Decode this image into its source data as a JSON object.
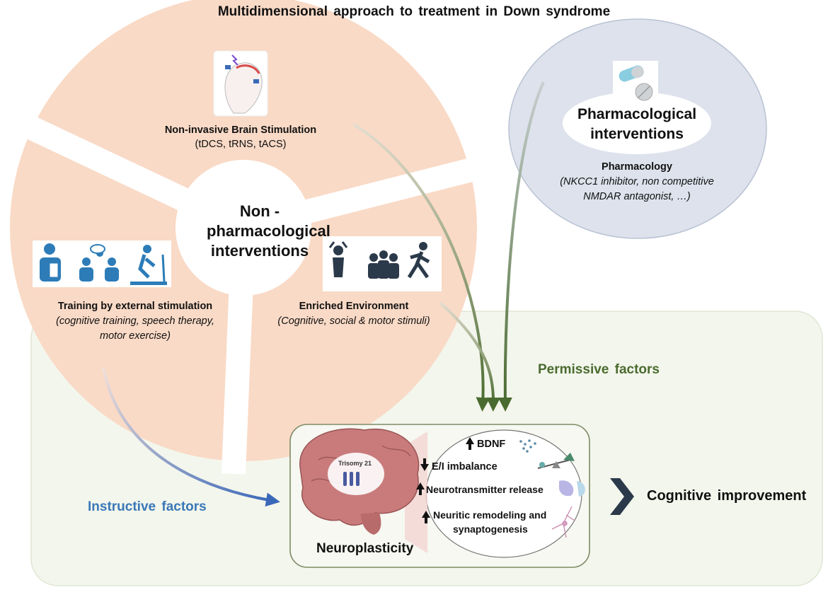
{
  "title": "Multidimensional  approach to treatment in Down syndrome",
  "non_pharm": {
    "hub": "Non - pharmacological interventions",
    "nibs_title": "Non-invasive Brain Stimulation",
    "nibs_sub": "(tDCS, tRNS, tACS)",
    "training_title": "Training by external stimulation",
    "training_sub1": "(cognitive training, speech therapy,",
    "training_sub2": "motor exercise)",
    "enriched_title": "Enriched Environment",
    "enriched_sub": "(Cognitive, social & motor stimuli)"
  },
  "pharm": {
    "title": "Pharmacological interventions",
    "sub_title": "Pharmacology",
    "sub1": "(NKCC1 inhibitor, non competitive",
    "sub2": "NMDAR antagonist, …)"
  },
  "permissive": "Permissive factors",
  "instructive": "Instructive factors",
  "neuroplasticity": "Neuroplasticity",
  "trisomy": "Trisomy 21",
  "effects": {
    "bdnf": "BDNF",
    "ei": "E/I imbalance",
    "nt": "Neurotransmitter release",
    "neuritic1": "Neuritic remodeling and",
    "neuritic2": "synaptogenesis"
  },
  "outcome": "Cognitive  improvement",
  "colors": {
    "non_pharm_fill": "#f9dac6",
    "pharm_fill": "#dde2ec",
    "permissive_fill": "#f3f6ec",
    "instructive_text": "#3a78b8",
    "permissive_text": "#4a6b2f",
    "arrow_green": "#4a6b2f"
  }
}
